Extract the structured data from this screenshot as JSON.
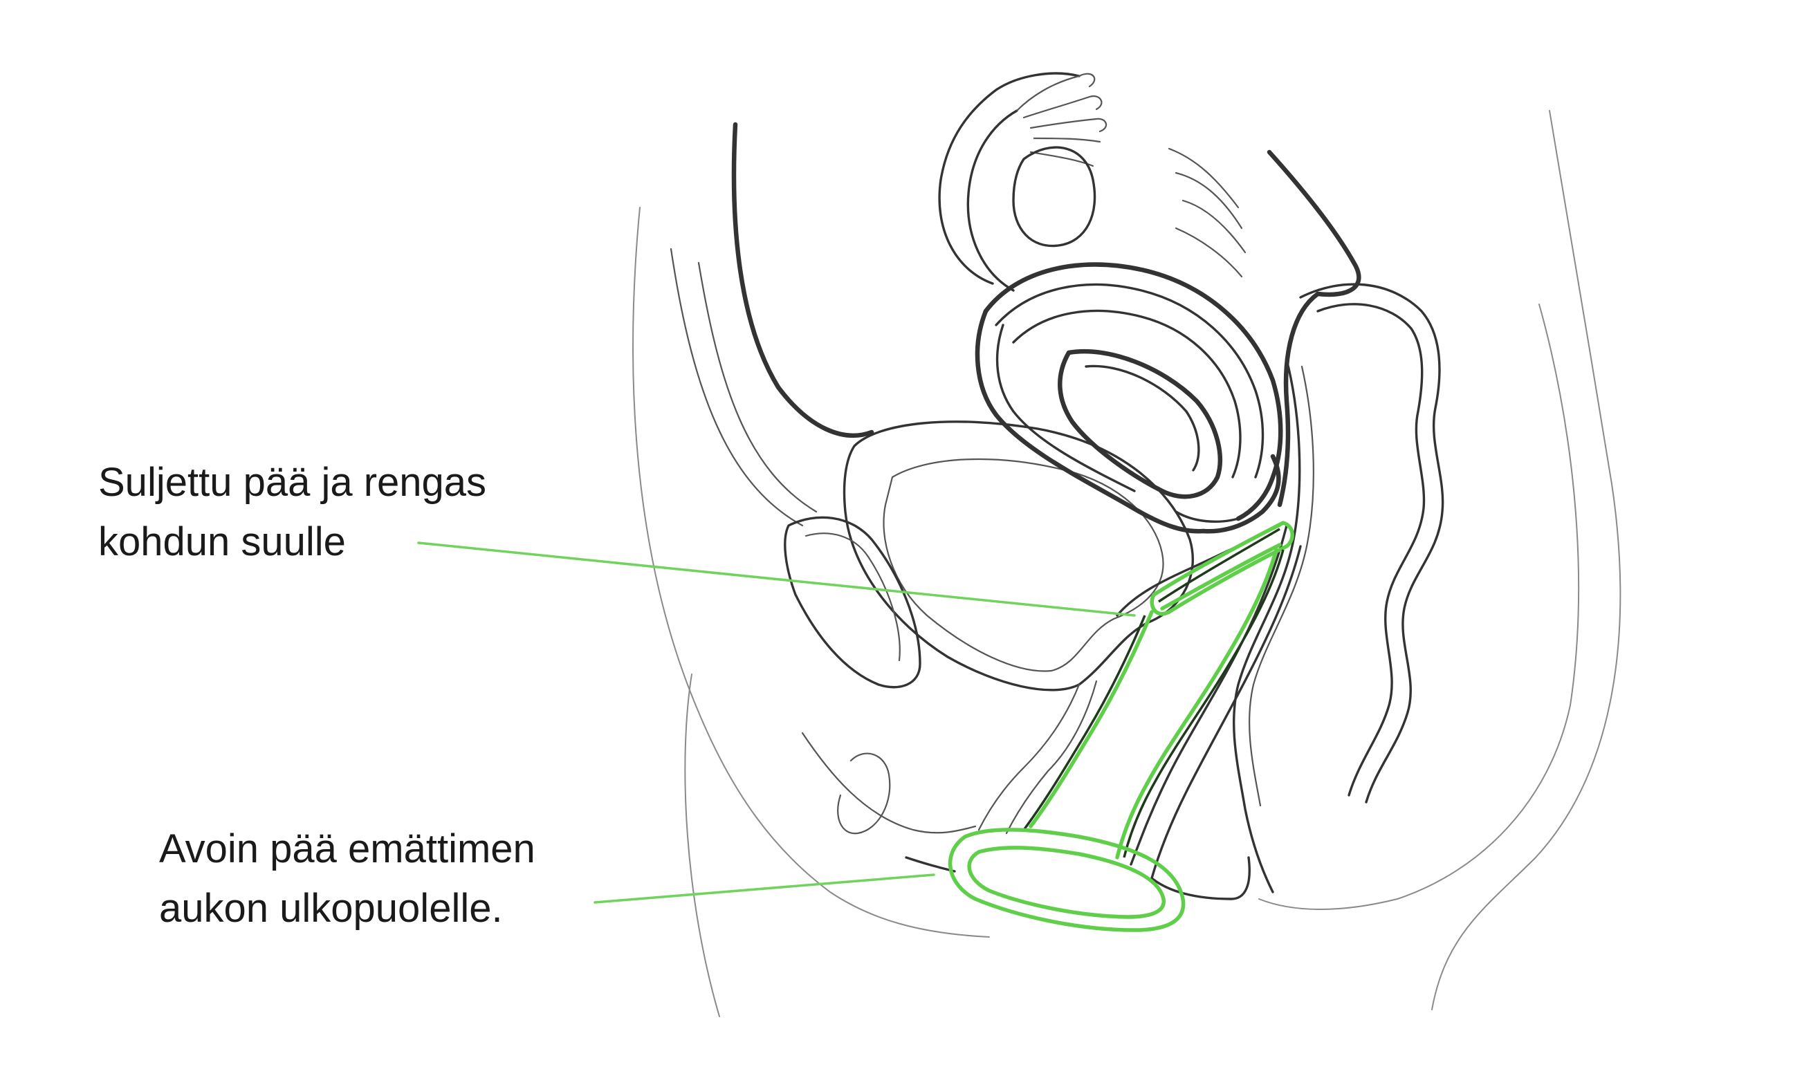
{
  "labels": {
    "closed_end": {
      "line1": "Suljettu pää ja rengas",
      "line2": "kohdun suulle"
    },
    "open_end": {
      "line1": "Avoin pää emättimen",
      "line2": "aukon ulkopuolelle."
    }
  },
  "colors": {
    "device": "#5fcf4a",
    "leader": "#6fd35c",
    "outline": "#333333",
    "background": "#ffffff"
  }
}
